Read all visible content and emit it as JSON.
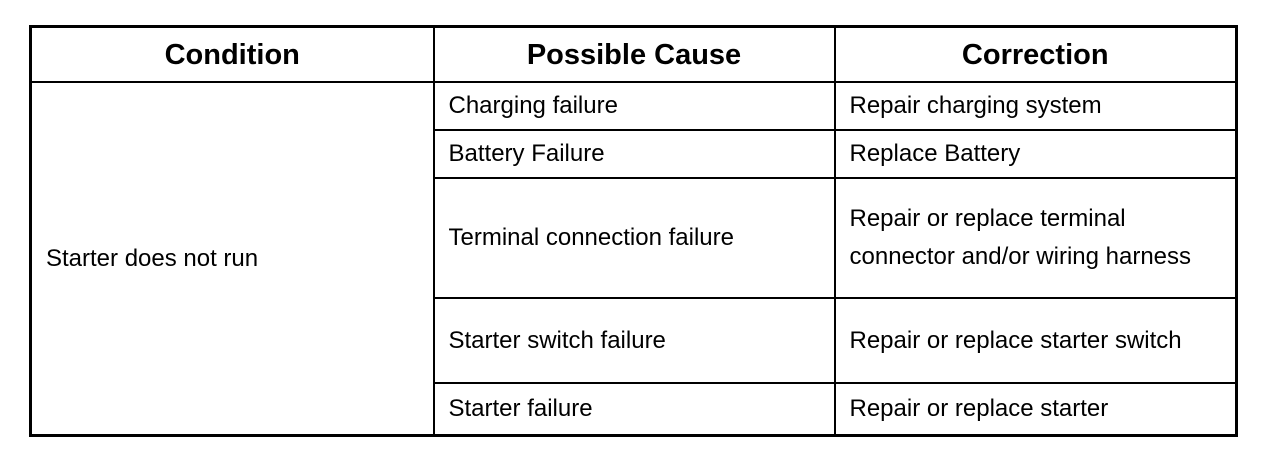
{
  "table": {
    "headers": [
      "Condition",
      "Possible Cause",
      "Correction"
    ],
    "condition": "Starter does not run",
    "rows": [
      {
        "cause": "Charging failure",
        "correction": "Repair charging system"
      },
      {
        "cause": "Battery Failure",
        "correction": "Replace Battery"
      },
      {
        "cause": "Terminal connection failure",
        "correction": "Repair or replace terminal connector and/or wiring harness"
      },
      {
        "cause": "Starter switch failure",
        "correction": "Repair or replace starter switch"
      },
      {
        "cause": "Starter failure",
        "correction": "Repair or replace starter"
      }
    ]
  }
}
